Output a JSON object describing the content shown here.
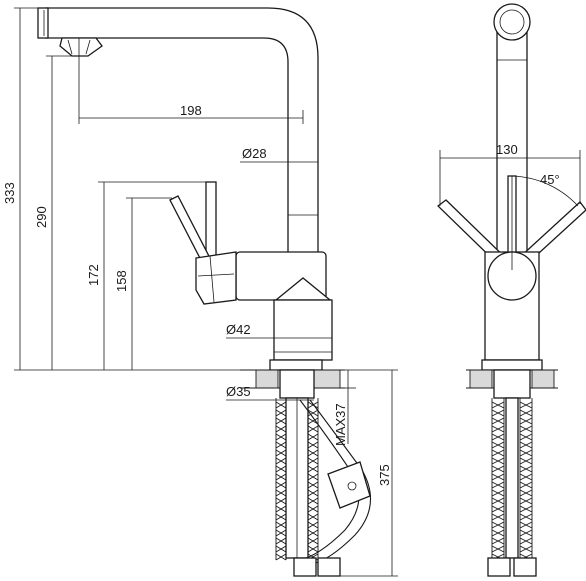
{
  "side_view": {
    "dim_reach": "198",
    "dim_spout_diameter": "Ø28",
    "dim_total_height": "333",
    "dim_spout_height": "290",
    "dim_handle_height": "172",
    "dim_body_height": "158",
    "dim_body_diameter": "Ø42",
    "dim_mount_diameter": "Ø35",
    "dim_max_thickness": "MAX37",
    "dim_hose_length": "375"
  },
  "front_view": {
    "dim_handle_width": "130",
    "dim_handle_angle": "45°"
  },
  "colors": {
    "line": "#1a1a1a",
    "countertop": "#d9d9d9",
    "background": "#ffffff"
  }
}
